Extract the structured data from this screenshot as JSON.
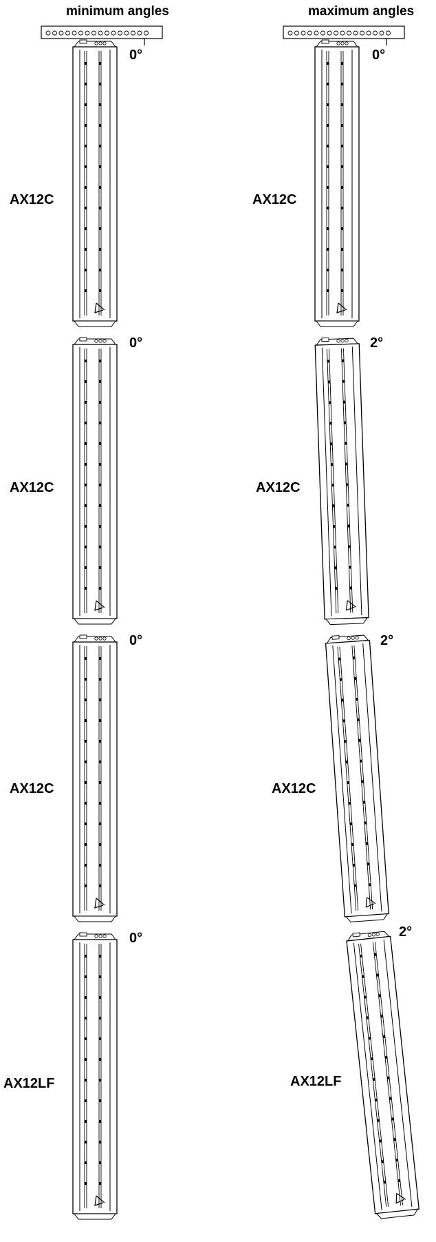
{
  "columns": [
    {
      "id": "min",
      "title": "minimum angles",
      "cabinets": [
        "AX12C",
        "AX12C",
        "AX12C",
        "AX12LF"
      ],
      "angles": [
        "0°",
        "0°",
        "0°",
        "0°"
      ],
      "angle_values_deg": [
        0,
        0,
        0,
        0
      ]
    },
    {
      "id": "max",
      "title": "maximum angles",
      "cabinets": [
        "AX12C",
        "AX12C",
        "AX12C",
        "AX12LF"
      ],
      "angles": [
        "0°",
        "2°",
        "2°",
        "2°"
      ],
      "angle_values_deg": [
        0,
        2,
        2,
        2
      ]
    }
  ],
  "colors": {
    "line": "#000000",
    "background": "#ffffff"
  }
}
